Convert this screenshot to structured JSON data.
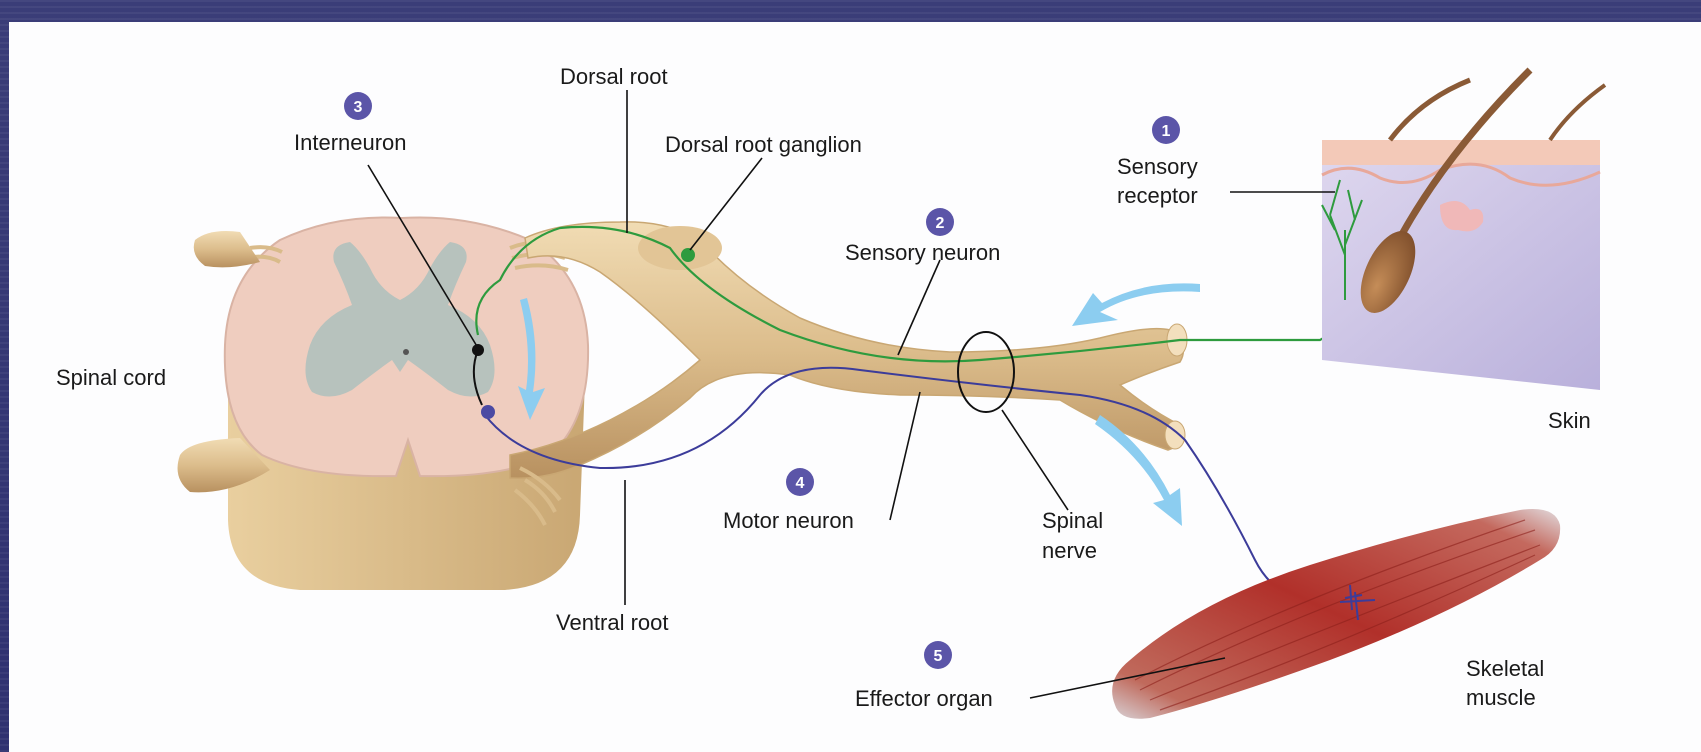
{
  "labels": {
    "dorsal_root": "Dorsal root",
    "interneuron": "Interneuron",
    "dorsal_root_ganglion": "Dorsal root ganglion",
    "sensory": "Sensory",
    "receptor": "receptor",
    "sensory_neuron": "Sensory neuron",
    "spinal_cord": "Spinal cord",
    "skin": "Skin",
    "motor_neuron": "Motor neuron",
    "spinal": "Spinal",
    "nerve": "nerve",
    "ventral_root": "Ventral root",
    "skeletal": "Skeletal",
    "muscle": "muscle",
    "effector_organ": "Effector organ"
  },
  "steps": [
    "1",
    "2",
    "3",
    "4",
    "5"
  ],
  "colors": {
    "badge": "#5b55a8",
    "sensory_neuron": "#2e9b3e",
    "motor_neuron": "#3c3c9a",
    "nerve": "#d9bb8a",
    "gray_matter": "#b7c2bd",
    "white_matter": "#efcdbf",
    "arrow": "#8ccdf0",
    "muscle": "#b83a2f",
    "skin": "#cbc6e2"
  }
}
